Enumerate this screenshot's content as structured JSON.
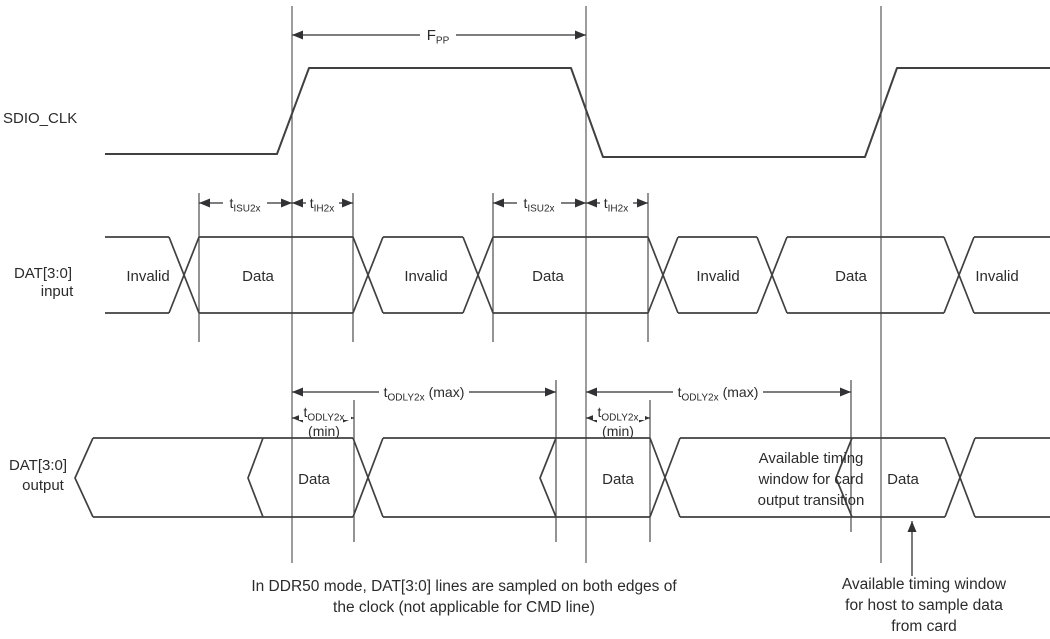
{
  "colors": {
    "background": "#ffffff",
    "waveform_line": "#404042",
    "reference_line": "#5a5a5c",
    "text": "#2b2b2b"
  },
  "signals": {
    "clock": {
      "label": "SDIO_CLK"
    },
    "dat_input": {
      "label_line1": "DAT[3:0]",
      "label_line2": "input"
    },
    "dat_output": {
      "label_line1": "DAT[3:0]",
      "label_line2": "output"
    }
  },
  "timing": {
    "fpp": {
      "base": "F",
      "sub": "PP"
    },
    "tisu2x": {
      "base": "t",
      "sub": "ISU2x"
    },
    "tih2x": {
      "base": "t",
      "sub": "IH2x"
    },
    "todly2x_max": {
      "base": "t",
      "sub": "ODLY2x",
      "suffix": "(max)"
    },
    "todly2x_min": {
      "base": "t",
      "sub": "ODLY2x",
      "below": "(min)"
    }
  },
  "input_bus": {
    "segments": [
      "Invalid",
      "Data",
      "Invalid",
      "Data",
      "Invalid",
      "Data",
      "Invalid"
    ]
  },
  "output_bus": {
    "data_labels": [
      "Data",
      "Data",
      "Data"
    ],
    "window_note": [
      "Available timing",
      "window for card",
      "output transition"
    ]
  },
  "notes": {
    "ddr50_line1": "In DDR50 mode, DAT[3:0] lines are sampled on both edges of",
    "ddr50_line2": "the clock (not applicable for CMD line)",
    "host_sample_line1": "Available timing window",
    "host_sample_line2": "for host to sample data",
    "host_sample_line3": "from card"
  }
}
